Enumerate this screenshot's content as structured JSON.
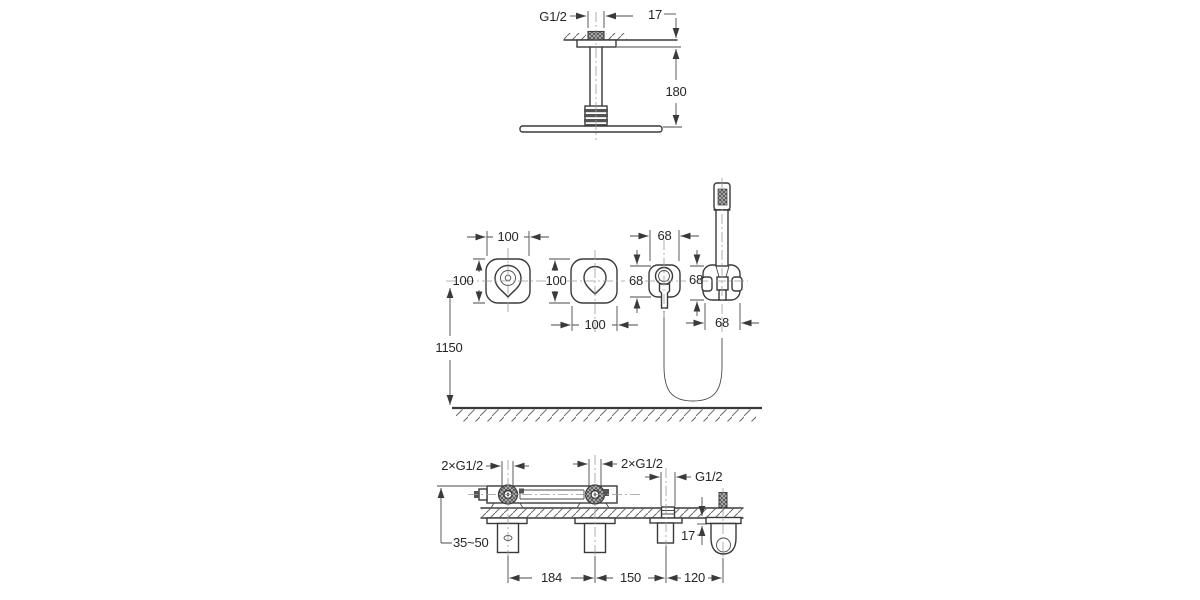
{
  "drawing": {
    "top_view": {
      "thread_label": "G1/2",
      "escutcheon_thickness": "17",
      "drop_length": "180"
    },
    "front_view": {
      "plate1_width": "100",
      "plate1_height": "100",
      "plate2_height": "100",
      "plate2_width": "100",
      "plate3_width": "68",
      "plate3_height": "68",
      "plate4_height": "68",
      "plate4_width": "68",
      "mounting_height": "1150"
    },
    "rough_in_view": {
      "left_ports_label": "2×G1/2",
      "middle_ports_label": "2×G1/2",
      "outlet_port_label": "G1/2",
      "embed_depth_range": "35~50",
      "outlet_trim_thickness": "17",
      "center_distance_1": "184",
      "center_distance_2": "150",
      "center_distance_3": "120"
    }
  },
  "colors": {
    "line": "#3a3a3a",
    "dimension": "#4a4a4a",
    "text": "#262626",
    "background": "#ffffff"
  }
}
